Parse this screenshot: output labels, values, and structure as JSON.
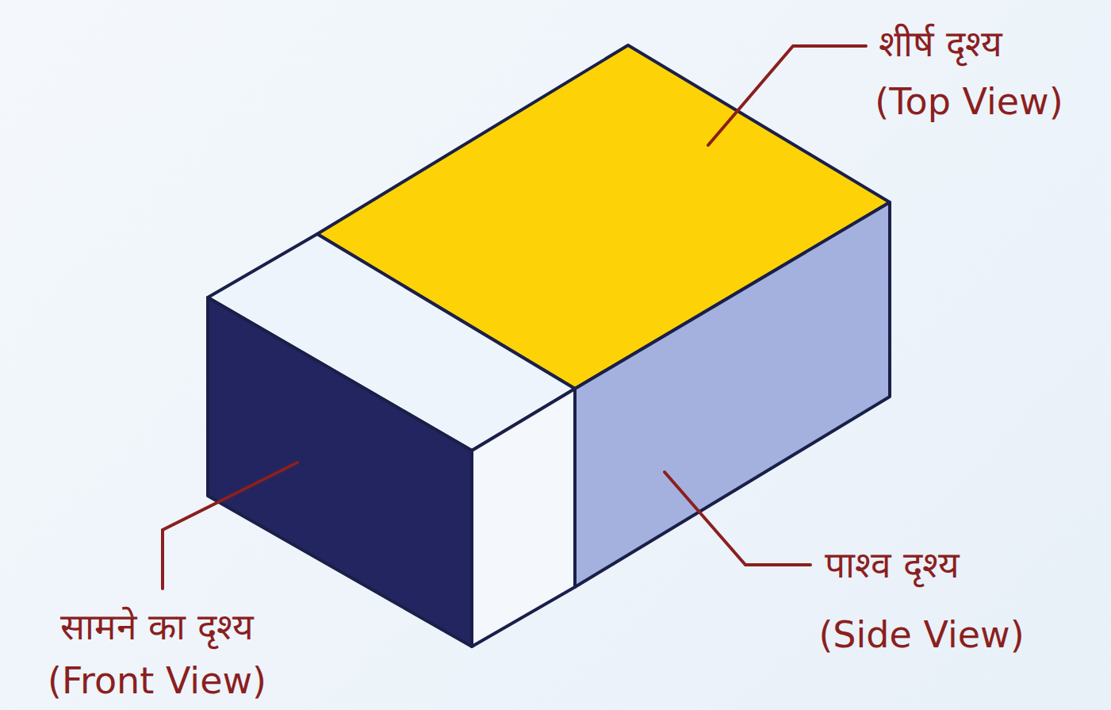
{
  "diagram": {
    "labels": [
      "शीर्ष दृश्य",
      "(Top View)",
      "पाश्व दृश्य",
      "(Side View)",
      "सामने का दृश्य",
      "(Front View)"
    ]
  }
}
